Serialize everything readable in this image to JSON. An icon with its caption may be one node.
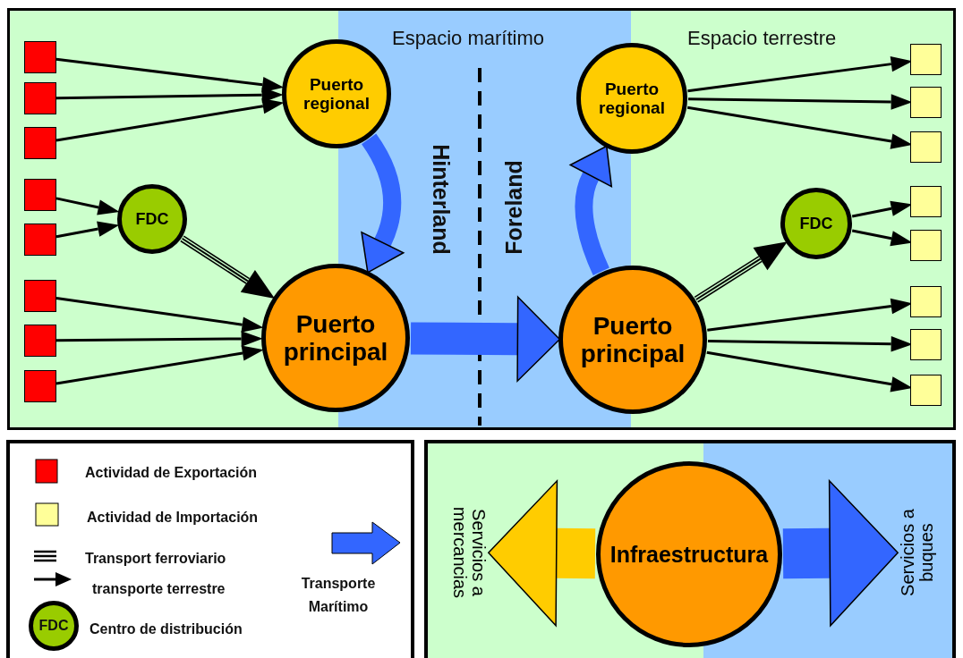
{
  "diagram": {
    "nodes": [
      {
        "text": [],
        "shape": "box"
      },
      {
        "text": [],
        "shape": "box"
      },
      {
        "text": [],
        "shape": "box"
      },
      {
        "text": [],
        "shape": "box"
      },
      {
        "text": [],
        "shape": "box"
      },
      {
        "text": [],
        "shape": "box"
      },
      {
        "text": [],
        "shape": "box"
      },
      {
        "text": [],
        "shape": "box"
      },
      {
        "text": [
          "Puerto regional"
        ]
      },
      {
        "text": [
          "FDC"
        ]
      },
      {
        "text": [
          "Puerto principal"
        ]
      },
      {
        "text": [
          "Puerto regional"
        ]
      },
      {
        "text": [
          "FDC"
        ]
      },
      {
        "text": [
          "Puerto principal"
        ]
      },
      {
        "text": [],
        "shape": "box"
      },
      {
        "text": [],
        "shape": "box"
      },
      {
        "text": [],
        "shape": "box"
      },
      {
        "text": [],
        "shape": "box"
      },
      {
        "text": [],
        "shape": "box"
      },
      {
        "text": [],
        "shape": "box"
      },
      {
        "text": [],
        "shape": "box"
      },
      {
        "text": [],
        "shape": "box"
      },
      {
        "text": [
          "Infraestructura"
        ]
      },
      {
        "text": [
          "Servicios a mercancias"
        ]
      },
      {
        "text": [
          "Servicios a buques"
        ]
      }
    ],
    "edges": [
      {
        "from": 0,
        "to": 8,
        "arrow": "to"
      },
      {
        "from": 1,
        "to": 8,
        "arrow": "to"
      },
      {
        "from": 2,
        "to": 8,
        "arrow": "to"
      },
      {
        "from": 3,
        "to": 9,
        "arrow": "to"
      },
      {
        "from": 4,
        "to": 9,
        "arrow": "to"
      },
      {
        "from": 9,
        "to": 10,
        "arrow": "to",
        "style": "thick"
      },
      {
        "from": 5,
        "to": 10,
        "arrow": "to"
      },
      {
        "from": 6,
        "to": 10,
        "arrow": "to"
      },
      {
        "from": 7,
        "to": 10,
        "arrow": "to"
      },
      {
        "from": 8,
        "to": 10,
        "arrow": "to",
        "style": "thick",
        "color": "#3366ff"
      },
      {
        "from": 10,
        "to": 13,
        "arrow": "to",
        "style": "thick",
        "color": "#3366ff"
      },
      {
        "from": 13,
        "to": 11,
        "arrow": "to",
        "style": "thick",
        "color": "#3366ff"
      },
      {
        "from": 13,
        "to": 12,
        "arrow": "to",
        "style": "thick"
      },
      {
        "from": 11,
        "to": 14,
        "arrow": "to"
      },
      {
        "from": 11,
        "to": 15,
        "arrow": "to"
      },
      {
        "from": 11,
        "to": 16,
        "arrow": "to"
      },
      {
        "from": 12,
        "to": 17,
        "arrow": "to"
      },
      {
        "from": 12,
        "to": 18,
        "arrow": "to"
      },
      {
        "from": 13,
        "to": 19,
        "arrow": "to"
      },
      {
        "from": 13,
        "to": 20,
        "arrow": "to"
      },
      {
        "from": 13,
        "to": 21,
        "arrow": "to"
      },
      {
        "from": 22,
        "to": 23,
        "arrow": "to",
        "style": "thick",
        "color": "#ffcc00"
      },
      {
        "from": 22,
        "to": 24,
        "arrow": "to",
        "style": "thick",
        "color": "#3366ff"
      }
    ],
    "labels": [
      "Espacio marítimo",
      "Espacio terrestre",
      "Hinterland",
      "Foreland",
      "FDC"
    ],
    "legend": [
      {
        "text": "Actividad de Exportación",
        "color": "#ff0000"
      },
      {
        "text": "Actividad de Importación",
        "color": "#ffff99"
      },
      {
        "text": "Transport ferroviario"
      },
      {
        "text": "transporte terrestre"
      },
      {
        "text": "Centro de distribución"
      },
      {
        "text": "Transporte Marítimo"
      }
    ]
  }
}
